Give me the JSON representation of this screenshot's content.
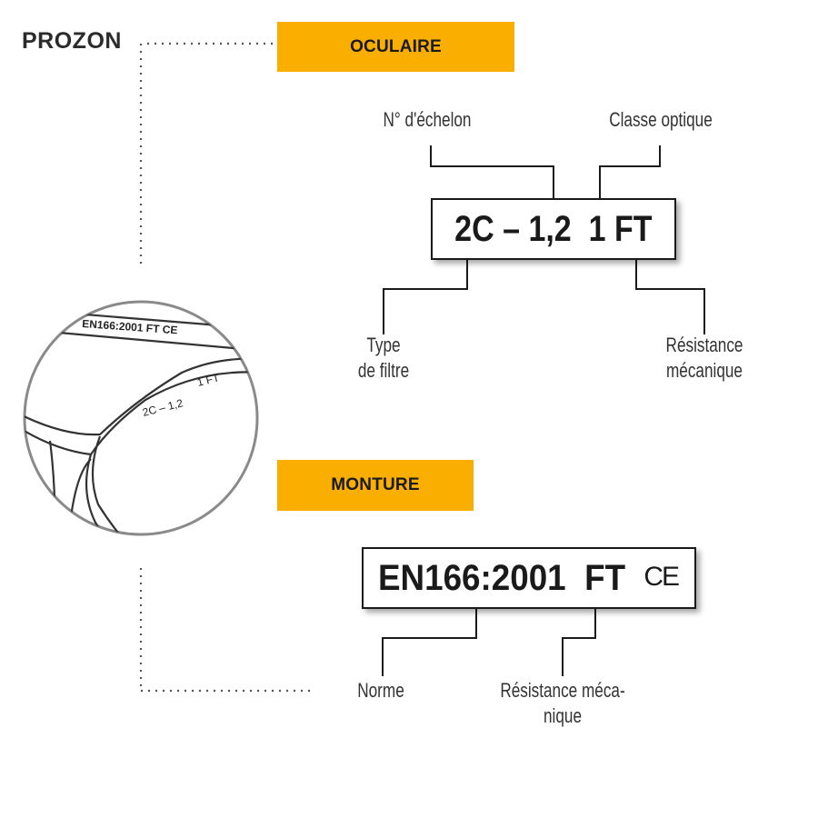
{
  "brand": {
    "logo_text": "PROZON",
    "accent_color": "#f9ae00"
  },
  "ocular": {
    "banner": "OCULAIRE",
    "code_text": "2C – 1,2  1 FT",
    "labels": {
      "step_number": "N° d'échelon",
      "optical_class": "Classe optique",
      "filter_type_line1": "Type",
      "filter_type_line2": "de filtre",
      "mechanical_line1": "Résistance",
      "mechanical_line2": "mécanique"
    }
  },
  "frame": {
    "banner": "MONTURE",
    "code_text": "EN166:2001  FT",
    "ce_mark": "CE",
    "labels": {
      "standard": "Norme",
      "mechanical_line1": "Résistance méca-",
      "mechanical_line2": "nique"
    }
  },
  "illustration": {
    "frame_marking": "EN166:2001  FT  CE",
    "lens_marking_left": "2C – 1,2",
    "lens_marking_right": "1 FT"
  }
}
